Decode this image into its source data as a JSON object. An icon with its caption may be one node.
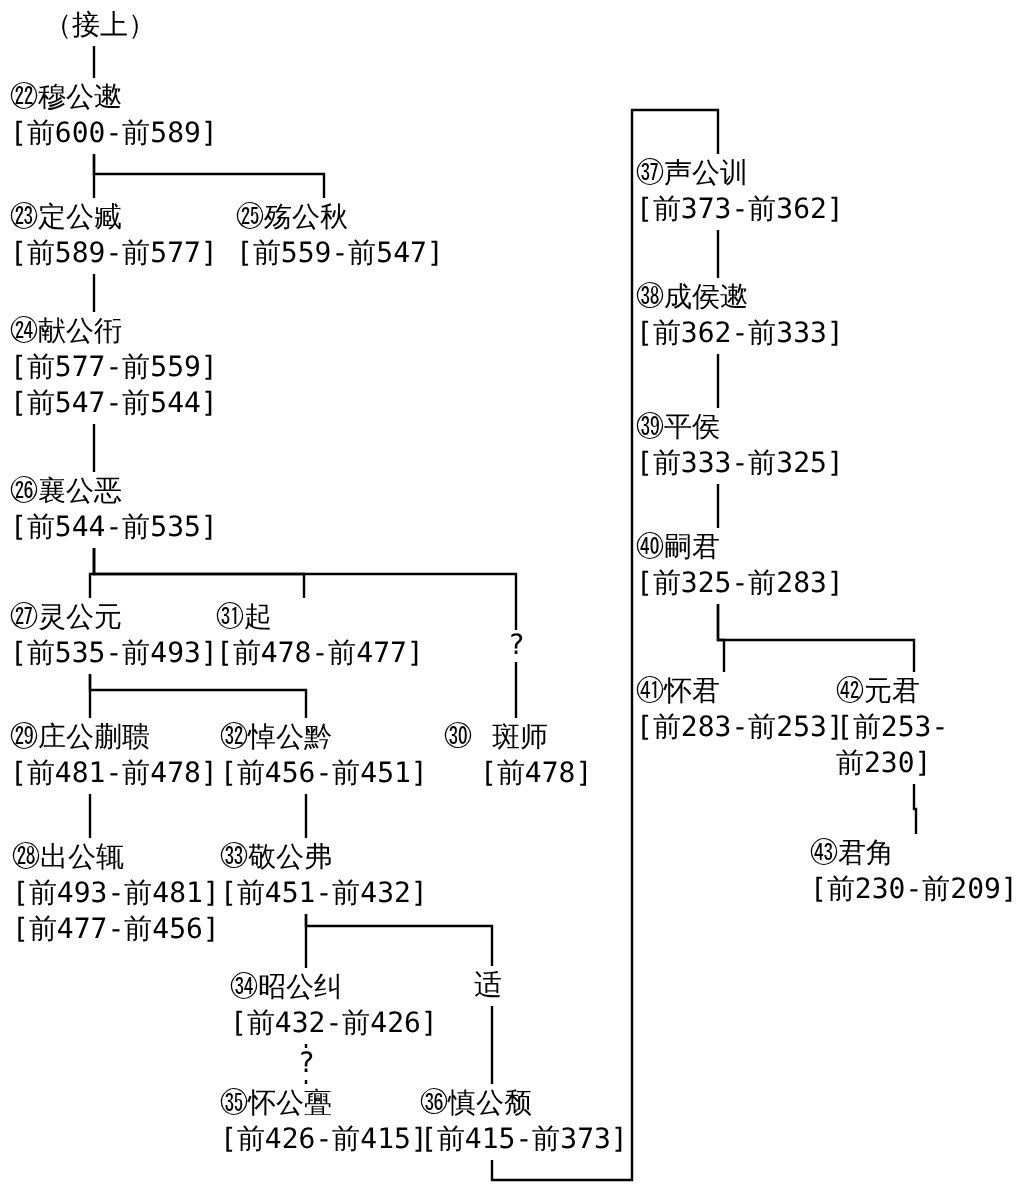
{
  "diagram": {
    "nodes": [
      {
        "text": [
          "（接上）"
        ]
      },
      {
        "text": [
          "㉒穆公遬",
          "[前600-前589]"
        ]
      },
      {
        "text": [
          "㉓定公臧",
          "[前589-前577]"
        ]
      },
      {
        "text": [
          "㉕殇公秋",
          "[前559-前547]"
        ]
      },
      {
        "text": [
          "㉔献公衎",
          "[前577-前559]",
          "[前547-前544]"
        ]
      },
      {
        "text": [
          "㉖襄公恶",
          "[前544-前535]"
        ]
      },
      {
        "text": [
          "㉗灵公元",
          "[前535-前493]"
        ]
      },
      {
        "text": [
          "㉛起",
          "[前478-前477]"
        ]
      },
      {
        "text": [
          "㉚",
          "斑师",
          "[前478]"
        ]
      },
      {
        "text": [
          "㉙庄公蒯聩",
          "[前481-前478]"
        ]
      },
      {
        "text": [
          "㉜悼公黔",
          "[前456-前451]"
        ]
      },
      {
        "text": [
          "㉘出公辄",
          "[前493-前481]",
          "[前477-前456]"
        ]
      },
      {
        "text": [
          "㉝敬公弗",
          "[前451-前432]"
        ]
      },
      {
        "text": [
          "㉞昭公纠",
          "[前432-前426]"
        ]
      },
      {
        "text": [
          "适"
        ]
      },
      {
        "text": [
          "㉟怀公亹",
          "[前426-前415]"
        ]
      },
      {
        "text": [
          "㊱慎公颓",
          "[前415-前373]"
        ]
      },
      {
        "text": [
          "㊲声公训",
          "[前373-前362]"
        ]
      },
      {
        "text": [
          "㊳成侯遬",
          "[前362-前333]"
        ]
      },
      {
        "text": [
          "㊴平侯",
          "[前333-前325]"
        ]
      },
      {
        "text": [
          "㊵嗣君",
          "[前325-前283]"
        ]
      },
      {
        "text": [
          "㊶怀君",
          "[前283-前253]"
        ]
      },
      {
        "text": [
          "㊷元君",
          "[前253- 前230]"
        ]
      },
      {
        "text": [
          "㊸君角",
          "[前230-前209]"
        ]
      }
    ],
    "edges": [
      {
        "from": 0,
        "to": 1,
        "arrow": "none"
      },
      {
        "from": 1,
        "to": 2,
        "arrow": "none"
      },
      {
        "from": 1,
        "to": 3,
        "arrow": "none"
      },
      {
        "from": 2,
        "to": 4,
        "arrow": "none"
      },
      {
        "from": 4,
        "to": 5,
        "arrow": "none"
      },
      {
        "from": 5,
        "to": 6,
        "arrow": "none"
      },
      {
        "from": 5,
        "to": 7,
        "arrow": "none"
      },
      {
        "from": 5,
        "to": 8,
        "arrow": "none",
        "label": "?"
      },
      {
        "from": 6,
        "to": 9,
        "arrow": "none"
      },
      {
        "from": 6,
        "to": 10,
        "arrow": "none"
      },
      {
        "from": 9,
        "to": 11,
        "arrow": "none"
      },
      {
        "from": 10,
        "to": 12,
        "arrow": "none"
      },
      {
        "from": 12,
        "to": 13,
        "arrow": "none"
      },
      {
        "from": 12,
        "to": 14,
        "arrow": "none"
      },
      {
        "from": 14,
        "to": 16,
        "arrow": "none"
      },
      {
        "from": 13,
        "to": 15,
        "arrow": "none",
        "label": "?"
      },
      {
        "from": 16,
        "to": 17,
        "arrow": "none"
      },
      {
        "from": 17,
        "to": 18,
        "arrow": "none"
      },
      {
        "from": 18,
        "to": 19,
        "arrow": "none"
      },
      {
        "from": 19,
        "to": 20,
        "arrow": "none"
      },
      {
        "from": 20,
        "to": 21,
        "arrow": "none"
      },
      {
        "from": 20,
        "to": 22,
        "arrow": "none"
      },
      {
        "from": 22,
        "to": 23,
        "arrow": "none"
      }
    ]
  }
}
